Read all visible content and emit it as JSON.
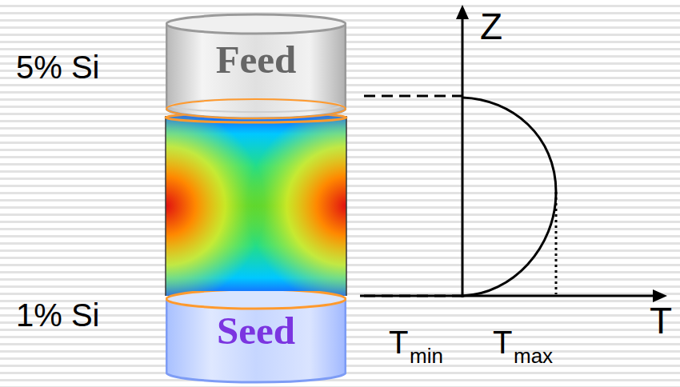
{
  "diagram": {
    "nodes": [
      {
        "text": [
          "Feed"
        ]
      },
      {
        "text": [
          "Seed"
        ]
      }
    ],
    "labels": [
      "5% Si",
      "1% Si",
      "Z",
      "T",
      "T",
      "min",
      "T",
      "max"
    ]
  }
}
